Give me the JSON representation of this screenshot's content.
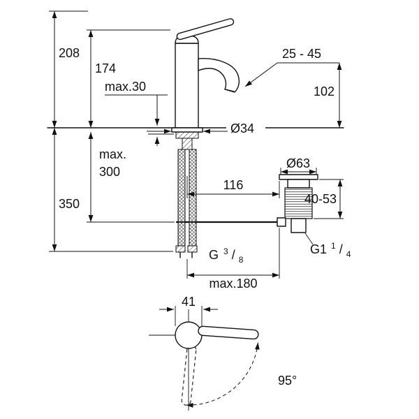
{
  "drawing": {
    "colors": {
      "background": "#ffffff",
      "line": "#111111"
    },
    "labels": {
      "total_height": "208",
      "body_height": "174",
      "max_mounting": "max.30",
      "aerator_range": "25 - 45",
      "spout_height": "102",
      "body_diameter": "Ø34",
      "hose_max_prefix": "max.",
      "hose_max_value": "300",
      "under_deck_height": "350",
      "drain_center_distance": "116",
      "flange_diameter": "Ø63",
      "drain_adjust_range": "40-53",
      "supply_thread": {
        "base": "G",
        "num": "3",
        "slash": "/",
        "den": "8"
      },
      "waste_thread": {
        "base": "G1",
        "num": "1",
        "slash": "/",
        "den": "4"
      },
      "rod_reach": "max.180",
      "handle_diameter": "41",
      "swivel_angle": "95°"
    }
  }
}
